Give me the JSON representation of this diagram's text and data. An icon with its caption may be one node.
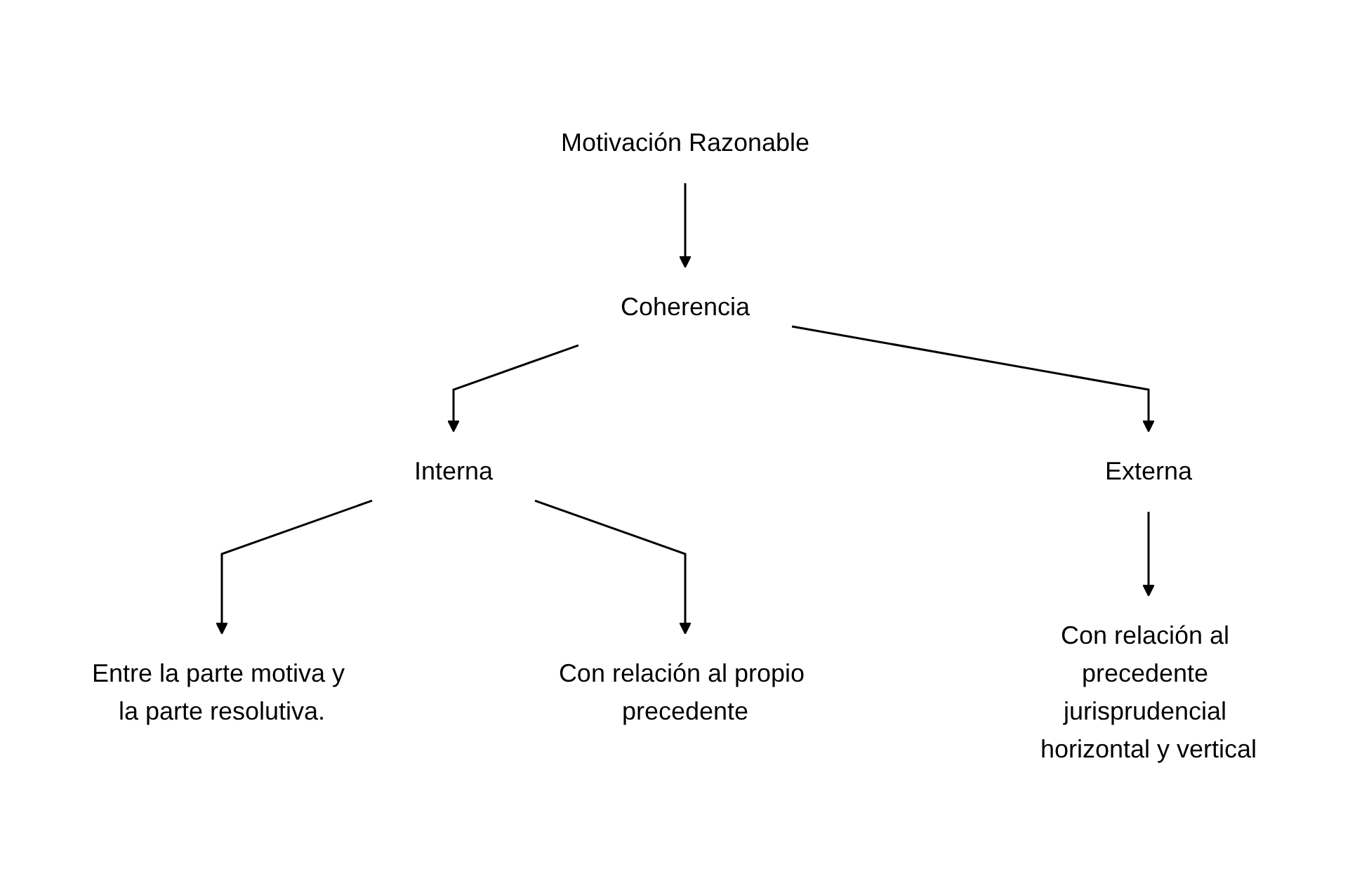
{
  "diagram": {
    "nodes": [
      {
        "text": [
          "Motivación Razonable"
        ]
      },
      {
        "text": [
          "Coherencia"
        ]
      },
      {
        "text": [
          "Interna"
        ]
      },
      {
        "text": [
          "Externa"
        ]
      },
      {
        "text": [
          "Entre la parte motiva y la parte resolutiva."
        ]
      },
      {
        "text": [
          "Con relación al propio precedente"
        ]
      },
      {
        "text": [
          "Con relación al precedente jurisprudencial horizontal y vertical"
        ]
      }
    ],
    "edges": [
      {
        "from": 0,
        "to": 1,
        "arrow": "to"
      },
      {
        "from": 1,
        "to": 2,
        "arrow": "to"
      },
      {
        "from": 1,
        "to": 3,
        "arrow": "to"
      },
      {
        "from": 2,
        "to": 4,
        "arrow": "to"
      },
      {
        "from": 2,
        "to": 5,
        "arrow": "to"
      },
      {
        "from": 3,
        "to": 6,
        "arrow": "to"
      }
    ]
  }
}
